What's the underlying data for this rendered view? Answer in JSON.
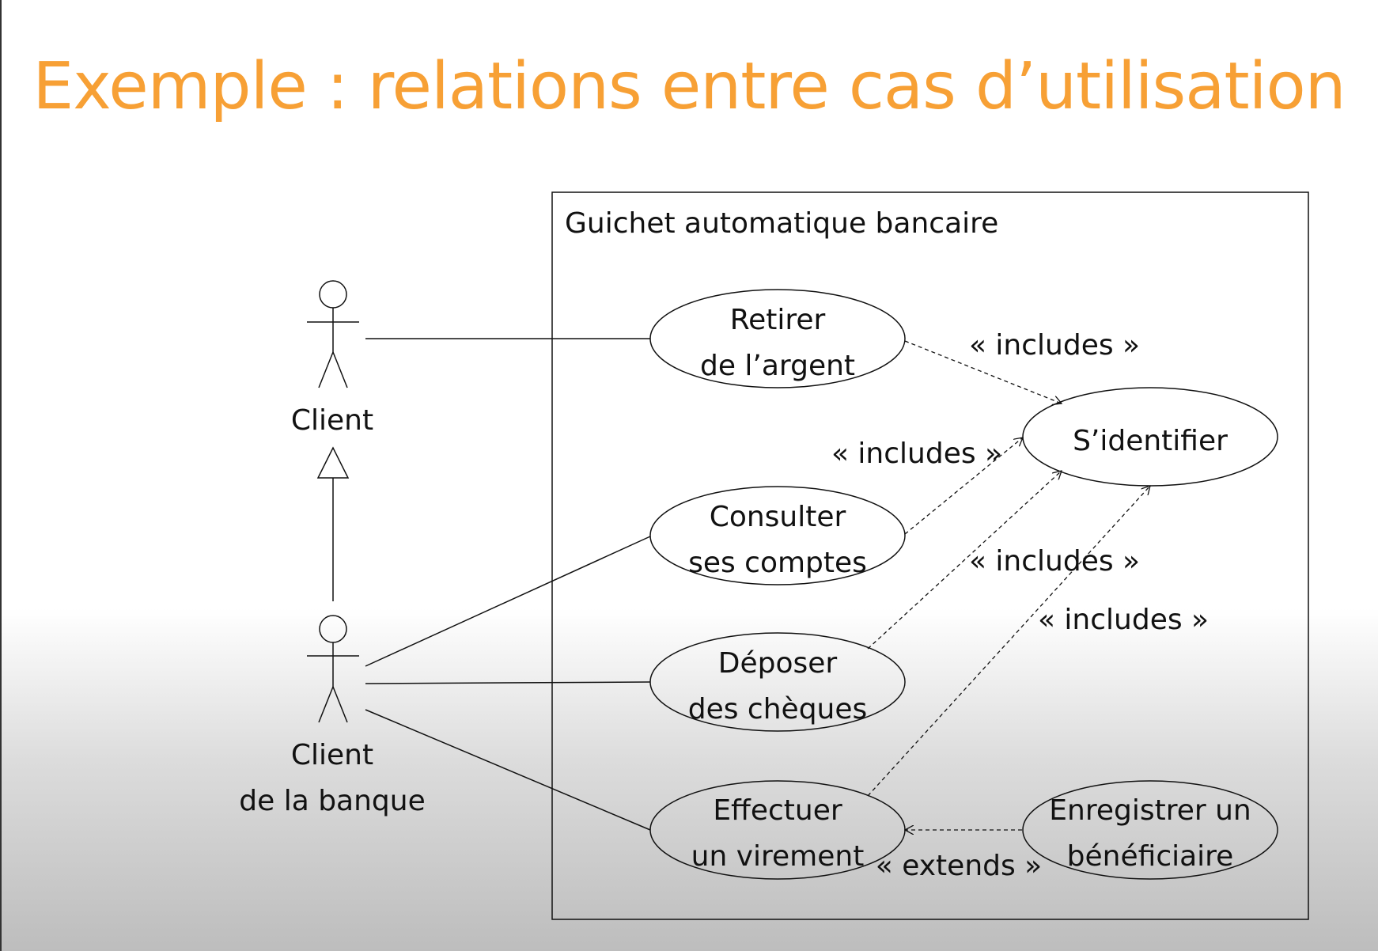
{
  "slide": {
    "title": "Exemple : relations entre cas d’utilisation",
    "title_color": "#f7a035"
  },
  "system": {
    "name": "Guichet automatique bancaire"
  },
  "actors": [
    {
      "id": "client",
      "label_lines": [
        "Client"
      ]
    },
    {
      "id": "client-banque",
      "label_lines": [
        "Client",
        "de la banque"
      ]
    }
  ],
  "use_cases": [
    {
      "id": "retirer",
      "label_lines": [
        "Retirer",
        "de l’argent"
      ]
    },
    {
      "id": "consulter",
      "label_lines": [
        "Consulter",
        "ses comptes"
      ]
    },
    {
      "id": "deposer",
      "label_lines": [
        "Déposer",
        "des chèques"
      ]
    },
    {
      "id": "virement",
      "label_lines": [
        "Effectuer",
        "un virement"
      ]
    },
    {
      "id": "identifier",
      "label_lines": [
        "S’identifier"
      ]
    },
    {
      "id": "beneficiaire",
      "label_lines": [
        "Enregistrer un",
        "bénéficiaire"
      ]
    }
  ],
  "relations": [
    {
      "type": "generalization",
      "from": "client-banque",
      "to": "client"
    },
    {
      "type": "association",
      "from": "client",
      "to": "retirer"
    },
    {
      "type": "association",
      "from": "client-banque",
      "to": "consulter"
    },
    {
      "type": "association",
      "from": "client-banque",
      "to": "deposer"
    },
    {
      "type": "association",
      "from": "client-banque",
      "to": "virement"
    },
    {
      "type": "dependency",
      "from": "retirer",
      "to": "identifier",
      "label": "« includes »"
    },
    {
      "type": "dependency",
      "from": "consulter",
      "to": "identifier",
      "label": "« includes »"
    },
    {
      "type": "dependency",
      "from": "deposer",
      "to": "identifier",
      "label": "« includes »"
    },
    {
      "type": "dependency",
      "from": "virement",
      "to": "identifier",
      "label": "« includes »"
    },
    {
      "type": "dependency",
      "from": "beneficiaire",
      "to": "virement",
      "label": "« extends »"
    }
  ]
}
